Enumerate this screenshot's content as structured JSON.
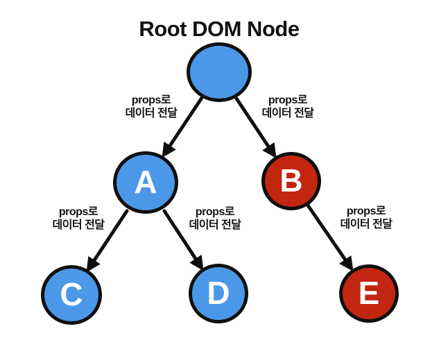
{
  "diagram": {
    "title": "Root DOM Node",
    "colors": {
      "node_blue": "#4b98e8",
      "node_red": "#c22611",
      "edge_stroke": "#0f0f0f",
      "node_border": "#0f0f0f",
      "text": "#111111"
    },
    "nodes": {
      "root": {
        "label": "",
        "fill": "#4b98e8"
      },
      "a": {
        "label": "A",
        "fill": "#4b98e8"
      },
      "b": {
        "label": "B",
        "fill": "#c22611"
      },
      "c": {
        "label": "C",
        "fill": "#4b98e8"
      },
      "d": {
        "label": "D",
        "fill": "#4b98e8"
      },
      "e": {
        "label": "E",
        "fill": "#c22611"
      }
    },
    "edges": [
      {
        "from": "Root",
        "to": "A",
        "label_line1": "props로",
        "label_line2": "데이터 전달"
      },
      {
        "from": "Root",
        "to": "B",
        "label_line1": "props로",
        "label_line2": "데이터 전달"
      },
      {
        "from": "A",
        "to": "C",
        "label_line1": "props로",
        "label_line2": "데이터 전달"
      },
      {
        "from": "A",
        "to": "D",
        "label_line1": "props로",
        "label_line2": "데이터 전달"
      },
      {
        "from": "B",
        "to": "E",
        "label_line1": "props로",
        "label_line2": "데이터 전달"
      }
    ]
  }
}
